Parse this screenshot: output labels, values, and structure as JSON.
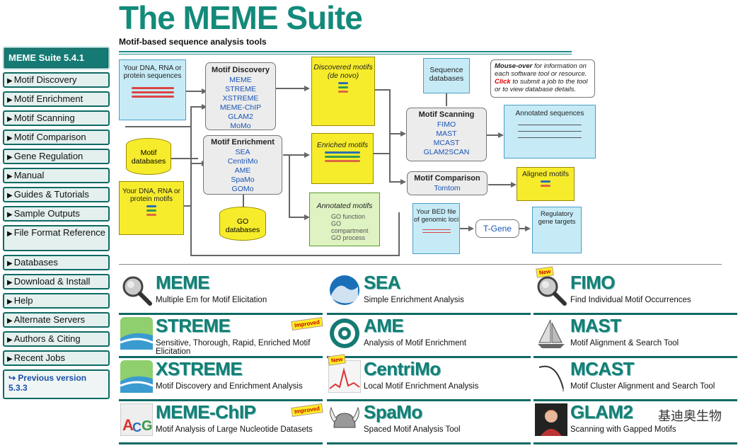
{
  "header": {
    "title": "The MEME Suite",
    "subtitle": "Motif-based sequence analysis tools"
  },
  "sidebar": {
    "version": "MEME Suite 5.4.1",
    "items": [
      "Motif Discovery",
      "Motif Enrichment",
      "Motif Scanning",
      "Motif Comparison",
      "Gene Regulation",
      "Manual",
      "Guides & Tutorials",
      "Sample Outputs",
      "File Format Reference",
      "Databases",
      "Download & Install",
      "Help",
      "Alternate Servers",
      "Authors & Citing",
      "Recent Jobs"
    ],
    "previous": "↪ Previous version 5.3.3"
  },
  "diagram": {
    "input_seq": "Your DNA, RNA or protein sequences",
    "motif_db": "Motif databases",
    "input_motifs": "Your DNA, RNA or protein motifs",
    "go_db": "GO databases",
    "discovery": {
      "title": "Motif Discovery",
      "tools": [
        "MEME",
        "STREME",
        "XSTREME",
        "MEME-ChIP",
        "GLAM2",
        "MoMo"
      ]
    },
    "enrichment": {
      "title": "Motif Enrichment",
      "tools": [
        "SEA",
        "CentriMo",
        "AME",
        "SpaMo",
        "GOMo"
      ]
    },
    "discovered": "Discovered motifs (de novo)",
    "enriched": "Enriched motifs",
    "annotated_motifs": {
      "title": "Annotated motifs",
      "items": [
        "GO function",
        "GO compartment",
        "GO process"
      ]
    },
    "seq_db": "Sequence databases",
    "scanning": {
      "title": "Motif Scanning",
      "tools": [
        "FIMO",
        "MAST",
        "MCAST",
        "GLAM2SCAN"
      ]
    },
    "annotated_seqs": "Annotated sequences",
    "comparison": {
      "title": "Motif Comparison",
      "tools": [
        "Tomtom"
      ]
    },
    "aligned": "Aligned motifs",
    "bed": "Your BED file of genomic loci",
    "tgene": "T-Gene",
    "targets": "Regulatory gene targets",
    "info": {
      "b": "Mouse-over",
      "t1": " for information on each software tool or resource.",
      "click": "Click",
      "t2": " to submit a job to the tool or to view database details."
    }
  },
  "tools": [
    {
      "name": "MEME",
      "desc": "Multiple Em for Motif Elicitation",
      "icon": "magnifier-icon"
    },
    {
      "name": "SEA",
      "desc": "Simple Enrichment Analysis",
      "icon": "wave-icon"
    },
    {
      "name": "FIMO",
      "desc": "Find Individual Motif Occurrences",
      "icon": "magnifier-icon",
      "badge": "New"
    },
    {
      "name": "STREME",
      "desc": "Sensitive, Thorough, Rapid, Enriched Motif Elicitation",
      "icon": "landscape-icon",
      "badge": "Improved"
    },
    {
      "name": "AME",
      "desc": "Analysis of Motif Enrichment",
      "icon": "target-icon"
    },
    {
      "name": "MAST",
      "desc": "Motif Alignment & Search Tool",
      "icon": "sailboat-icon"
    },
    {
      "name": "XSTREME",
      "desc": "Motif Discovery and Enrichment Analysis",
      "icon": "landscape-icon"
    },
    {
      "name": "CentriMo",
      "desc": "Local Motif Enrichment Analysis",
      "icon": "chart-icon",
      "badge": "New"
    },
    {
      "name": "MCAST",
      "desc": "Motif Cluster Alignment and Search Tool",
      "icon": "fishing-rod-icon"
    },
    {
      "name": "MEME-ChIP",
      "desc": "Motif Analysis of Large Nucleotide Datasets",
      "icon": "logo-icon",
      "badge": "Improved"
    },
    {
      "name": "SpaMo",
      "desc": "Spaced Motif Analysis Tool",
      "icon": "viking-helmet-icon"
    },
    {
      "name": "GLAM2",
      "desc": "Scanning with Gapped Motifs",
      "icon": "portrait-icon"
    }
  ],
  "watermark": "基迪奥生物",
  "colors": {
    "brand": "#138a7a",
    "nav_border": "#0e6a64"
  }
}
